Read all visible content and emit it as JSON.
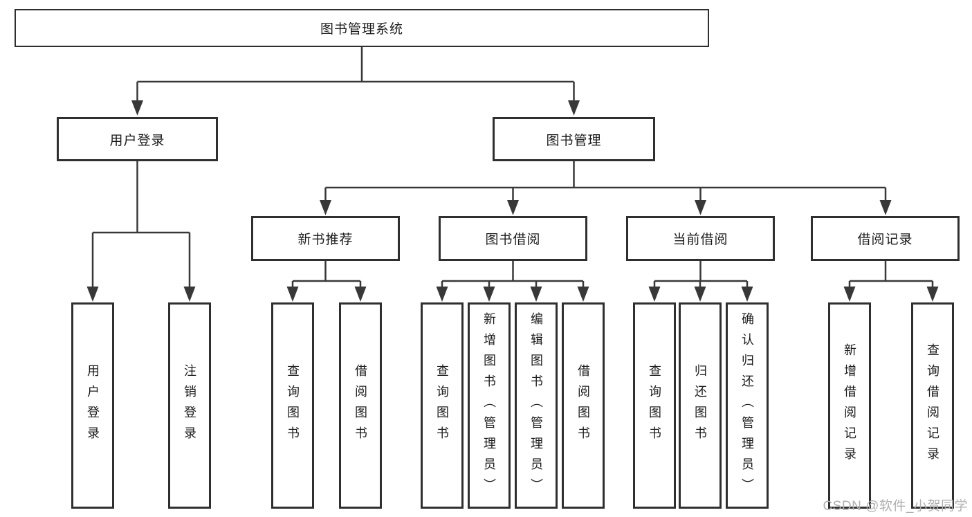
{
  "diagram": {
    "root_label": "图书管理系统",
    "level2": [
      {
        "label": "用户登录",
        "children": [
          "用户登录",
          "注销登录"
        ]
      },
      {
        "label": "图书管理"
      }
    ],
    "level3": [
      {
        "label": "新书推荐",
        "children": [
          "查询图书",
          "借阅图书"
        ]
      },
      {
        "label": "图书借阅",
        "children": [
          "查询图书",
          "新增图书（管理员）",
          "编辑图书（管理员）",
          "借阅图书"
        ]
      },
      {
        "label": "当前借阅",
        "children": [
          "查询图书",
          "归还图书",
          "确认归还（管理员）"
        ]
      },
      {
        "label": "借阅记录",
        "children": [
          "新增借阅记录",
          "查询借阅记录"
        ]
      }
    ]
  },
  "watermark": "CSDN @软件_小贺同学",
  "colors": {
    "line": "#383838",
    "border": "#2f2f2f",
    "text": "#1c1c1c",
    "watermark_text": "#b0b0b0",
    "background": "#ffffff"
  }
}
